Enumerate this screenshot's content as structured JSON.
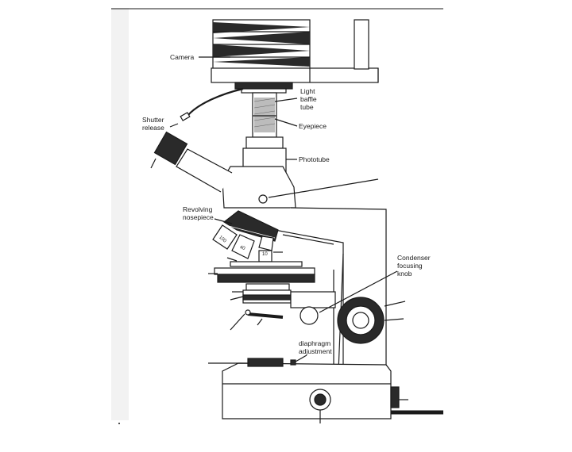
{
  "diagram": {
    "labels": {
      "camera": "Camera",
      "light_baffle_tube": [
        "Light",
        "baffle",
        "tube"
      ],
      "shutter_release": [
        "Shutter",
        "release"
      ],
      "eyepiece": "Eyepiece",
      "phototube": "Phototube",
      "revolving_nosepiece": [
        "Revolving",
        "nosepiece"
      ],
      "condenser_focusing_knob": [
        "Condenser",
        "focusing",
        "knob"
      ],
      "diaphragm_adjustment": [
        "diaphragm",
        "adjustment"
      ]
    },
    "objective_markings": [
      "100",
      "40",
      "10"
    ]
  },
  "colors": {
    "ink": "#1a1a1a",
    "paper": "#ffffff",
    "shade": "#b8b8b8",
    "dark": "#2a2a2a"
  }
}
